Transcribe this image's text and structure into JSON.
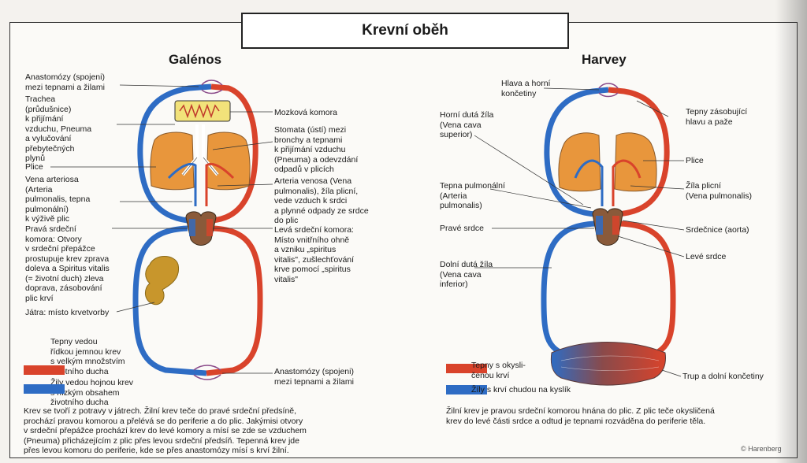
{
  "title": "Krevní oběh",
  "colors": {
    "artery": "#d9432b",
    "vein": "#2e6cc4",
    "lung": "#e8963c",
    "liver": "#c8962c"
  },
  "galenos": {
    "title": "Galénos",
    "left_labels": [
      [
        "Anastomózy (spojeni)",
        "mezi tepnami a žilami"
      ],
      [
        "Trachea",
        "(průdušnice)",
        "k přijímání",
        "vzduchu, Pneuma",
        "a vylučování",
        "přebytečných",
        "plynů"
      ],
      [
        "Plice"
      ],
      [
        "Vena arteriosa",
        "(Arteria",
        "pulmonalis, tepna",
        "pulmonální)",
        "k výživě plic"
      ],
      [
        "Pravá srdeční",
        "komora: Otvory",
        "v srdeční přepážce",
        "prostupuje krev zprava",
        "doleva a Spiritus vitalis",
        "(= životní duch) zleva",
        "doprava, zásobování",
        "plic krví"
      ],
      [
        "Játra: místo krvetvorby"
      ]
    ],
    "right_labels": [
      [
        "Mozková komora"
      ],
      [
        "Stomata (ústí) mezi",
        "bronchy a tepnami",
        "k přijímání vzduchu",
        "(Pneuma) a odevzdání",
        "odpadů v plicích"
      ],
      [
        "Arteria venosa (Vena",
        "pulmonalis), žíla plicní,",
        "vede vzduch k srdci",
        "a plynné odpady ze srdce",
        "do plic"
      ],
      [
        "Levá srdeční komora:",
        "Místo vnitřního ohně",
        "a vzniku „spiritus",
        "vitalis\", zušlechťování",
        "krve pomocí „spiritus",
        "vitalis\""
      ],
      [
        "Anastomózy (spojeni)",
        "mezi tepnami a žilami"
      ]
    ],
    "legend_artery": [
      "Tepny vedou",
      "řídkou jemnou krev",
      "s velkým množstvím",
      "životního ducha"
    ],
    "legend_vein": [
      "Žily vedou hojnou krev",
      "s nízkým obsahem",
      "životního ducha"
    ],
    "bottom": [
      "Krev se tvoří z potravy v játrech. Žilní krev teče do pravé srdeční předsíně,",
      "prochází pravou komorou a přelévá se do periferie a do plic. Jakýmisi otvory",
      "v srdeční přepážce prochází krev do levé komory a mísí se zde se vzduchem",
      "(Pneuma) přicházejícím z plic přes levou srdeční předsíň. Tepenná krev jde",
      "přes levou komoru do periferie, kde se přes anastomózy mísí s krví žilní."
    ]
  },
  "harvey": {
    "title": "Harvey",
    "left_labels": [
      [
        "Hlava a horní",
        "končetiny"
      ],
      [
        "Horní dutá žíla",
        "(Vena cava",
        "superior)"
      ],
      [
        "Tepna pulmonální",
        "(Arteria",
        "pulmonalis)"
      ],
      [
        "Pravé srdce"
      ],
      [
        "Dolní dutá žíla",
        "(Vena cava",
        "inferior)"
      ]
    ],
    "right_labels": [
      [
        "Tepny zásobující",
        "hlavu a paže"
      ],
      [
        "Plice"
      ],
      [
        "Žíla plicní",
        "(Vena pulmonalis)"
      ],
      [
        "Srdečnice (aorta)"
      ],
      [
        "Levé srdce"
      ],
      [
        "Trup a dolní končetiny"
      ]
    ],
    "legend_artery": [
      "Tepny s okysli-",
      "čenou krví"
    ],
    "legend_vein": [
      "Žíly s krví chudou na kyslík"
    ],
    "bottom": [
      "Žilní krev je pravou srdeční komorou hnána do plic. Z plic teče okysličená",
      "krev do levé části srdce a odtud je tepnami rozváděna do periferie těla."
    ]
  },
  "credit": "© Harenberg"
}
